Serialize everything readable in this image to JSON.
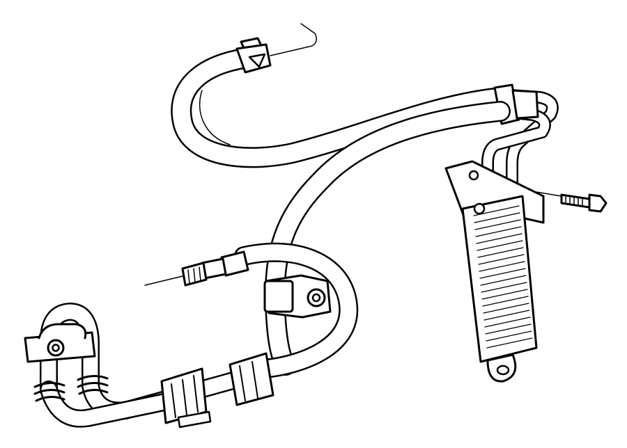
{
  "diagram": {
    "background": "#ffffff",
    "ink": "#000000",
    "parts": [
      "return-hose",
      "pressure-line",
      "oil-cooler",
      "mounting-bolt",
      "hose-clip",
      "line-brackets",
      "tube-nut-fitting"
    ]
  }
}
